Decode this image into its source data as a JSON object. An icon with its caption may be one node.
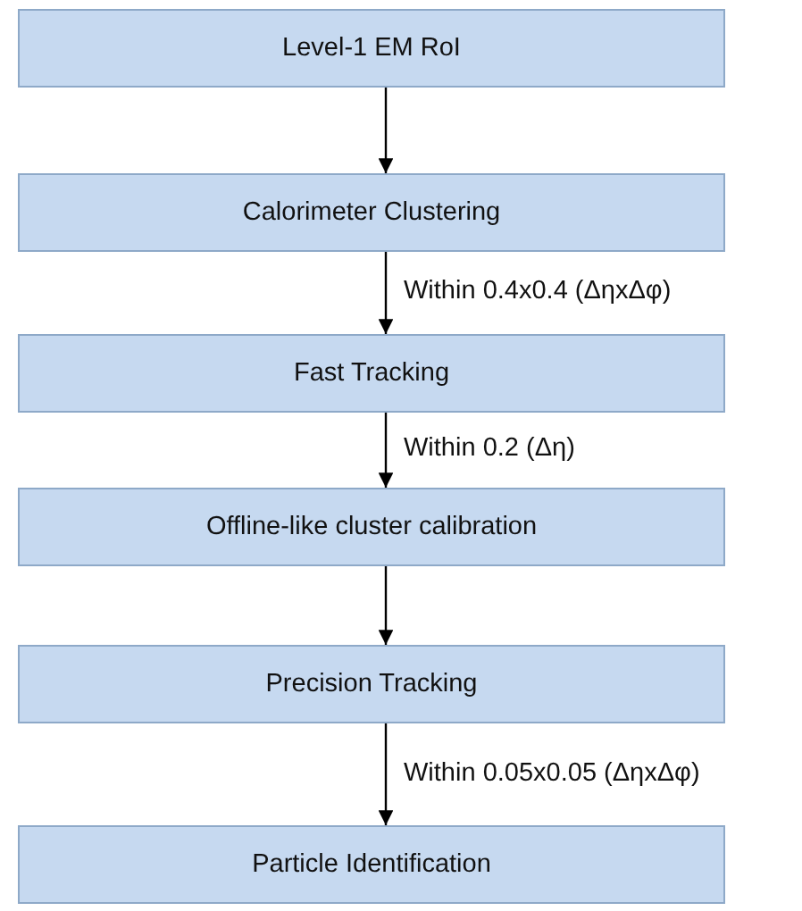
{
  "diagram": {
    "nodes": [
      {
        "text": [
          "Level-1 EM RoI"
        ]
      },
      {
        "text": [
          "Calorimeter Clustering"
        ]
      },
      {
        "text": [
          "Fast Tracking"
        ]
      },
      {
        "text": [
          "Offline-like cluster calibration"
        ]
      },
      {
        "text": [
          "Precision Tracking"
        ]
      },
      {
        "text": [
          "Particle Identification"
        ]
      }
    ],
    "edges": [
      {
        "from": 0,
        "to": 1,
        "arrow": "to"
      },
      {
        "from": 1,
        "to": 2,
        "arrow": "to",
        "label": "Within 0.4x0.4 (ΔηxΔφ)"
      },
      {
        "from": 2,
        "to": 3,
        "arrow": "to",
        "label": "Within 0.2 (Δη)"
      },
      {
        "from": 3,
        "to": 4,
        "arrow": "to"
      },
      {
        "from": 4,
        "to": 5,
        "arrow": "to",
        "label": "Within 0.05x0.05 (ΔηxΔφ)"
      }
    ]
  }
}
